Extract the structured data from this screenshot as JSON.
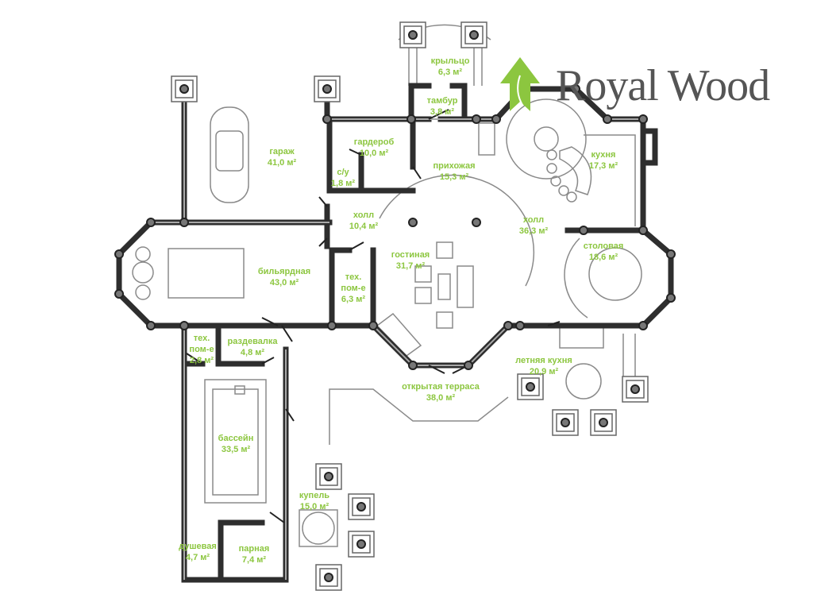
{
  "brand": {
    "name": "Royal Wood",
    "leaf_color": "#8cc63f",
    "text_color": "#555555"
  },
  "label_color": "#8cc63f",
  "rooms": [
    {
      "name": "крыльцо",
      "area": "6,3 м²"
    },
    {
      "name": "тамбур",
      "area": "3,8 м²"
    },
    {
      "name": "гардероб",
      "area": "10,0 м²"
    },
    {
      "name": "с/у",
      "area": "1,8 м²"
    },
    {
      "name": "прихожая",
      "area": "15,3 м²"
    },
    {
      "name": "кухня",
      "area": "17,3 м²"
    },
    {
      "name": "гараж",
      "area": "41,0 м²"
    },
    {
      "name": "холл",
      "area": "10,4 м²"
    },
    {
      "name": "холл",
      "area": "36,3 м²"
    },
    {
      "name": "гостиная",
      "area": "31,7 м²"
    },
    {
      "name": "столовая",
      "area": "18,6 м²"
    },
    {
      "name": "бильярдная",
      "area": "43,0 м²"
    },
    {
      "name": "тех. пом-е",
      "area": "6,3 м²"
    },
    {
      "name": "тех. пом-е",
      "area": "2,8 м²"
    },
    {
      "name": "раздевалка",
      "area": "4,8 м²"
    },
    {
      "name": "летняя кухня",
      "area": "20,9 м²"
    },
    {
      "name": "открытая терраса",
      "area": "38,0 м²"
    },
    {
      "name": "бассейн",
      "area": "33,5 м²"
    },
    {
      "name": "купель",
      "area": "15,0 м²"
    },
    {
      "name": "душевая",
      "area": "4,7 м²"
    },
    {
      "name": "парная",
      "area": "7,4 м²"
    }
  ]
}
